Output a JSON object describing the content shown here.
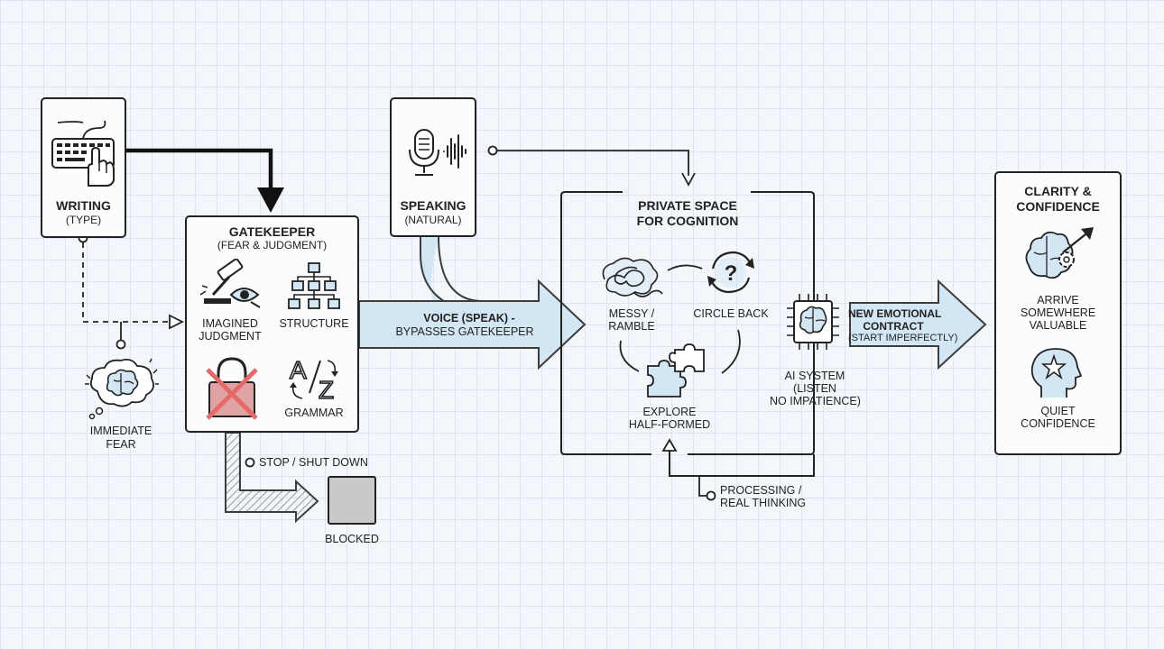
{
  "writing": {
    "title": "WRITING",
    "subtitle": "(TYPE)"
  },
  "immediate_fear": {
    "line1": "IMMEDIATE",
    "line2": "FEAR"
  },
  "gatekeeper": {
    "title": "GATEKEEPER",
    "subtitle": "(FEAR & JUDGMENT)",
    "items": {
      "imagined_line1": "IMAGINED",
      "imagined_line2": "JUDGMENT",
      "structure": "STRUCTURE",
      "grammar": "GRAMMAR"
    }
  },
  "stop": {
    "label": "STOP / SHUT DOWN"
  },
  "blocked": {
    "label": "BLOCKED"
  },
  "speaking": {
    "title": "SPEAKING",
    "subtitle": "(NATURAL)"
  },
  "voice_arrow": {
    "line1": "VOICE (SPEAK) -",
    "line2": "BYPASSES GATEKEEPER"
  },
  "private_space": {
    "title_line1": "PRIVATE SPACE",
    "title_line2": "FOR COGNITION",
    "messy_line1": "MESSY /",
    "messy_line2": "RAMBLE",
    "circle_back": "CIRCLE BACK",
    "explore_line1": "EXPLORE",
    "explore_line2": "HALF-FORMED",
    "processing_line1": "PROCESSING /",
    "processing_line2": "REAL THINKING"
  },
  "ai_system": {
    "line1": "AI SYSTEM",
    "line2": "(LISTEN",
    "line3": "NO IMPATIENCE)"
  },
  "contract_arrow": {
    "line1": "NEW EMOTIONAL",
    "line2": "CONTRACT",
    "line3": "(START IMPERFECTLY)"
  },
  "clarity": {
    "title_line1": "CLARITY &",
    "title_line2": "CONFIDENCE",
    "arrive_line1": "ARRIVE",
    "arrive_line2": "SOMEWHERE",
    "arrive_line3": "VALUABLE",
    "quiet_line1": "QUIET",
    "quiet_line2": "CONFIDENCE"
  },
  "colors": {
    "accent_blue": "#d3e6f4",
    "arrow_stroke": "#3d3d3d",
    "cross_red": "#e46a6a",
    "lock_fill": "#e0a3a3"
  },
  "icons": [
    "keyboard-hand-icon",
    "brain-cloud-icon",
    "gavel-eye-icon",
    "flowchart-icon",
    "crossed-lock-icon",
    "az-grammar-icon",
    "microphone-icon",
    "scribble-icon",
    "cycle-question-icon",
    "puzzle-icon",
    "ai-chip-brain-icon",
    "brain-gear-arrow-icon",
    "head-star-icon",
    "blocked-square-icon"
  ]
}
